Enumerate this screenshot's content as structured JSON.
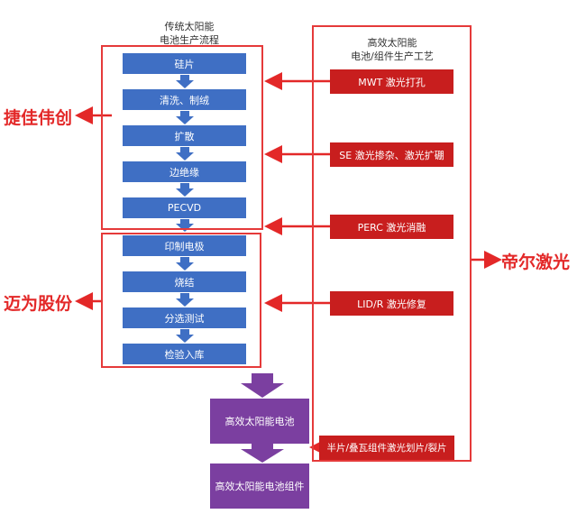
{
  "left_title": [
    "传统太阳能",
    "电池生产流程"
  ],
  "right_title": [
    "高效太阳能",
    "电池/组件生产工艺"
  ],
  "steps": [
    "硅片",
    "清洗、制绒",
    "扩散",
    "边绝缘",
    "PECVD",
    "印制电极",
    "烧结",
    "分选测试",
    "检验入库"
  ],
  "laser_steps": [
    "MWT 激光打孔",
    "SE 激光掺杂、激光扩硼",
    "PERC 激光消融",
    "LID/R 激光修复",
    "半片/叠瓦组件激光划片/裂片"
  ],
  "products": [
    "高效太阳能电池",
    "高效太阳能电池组件"
  ],
  "companies": {
    "top_left": "捷佳伟创",
    "bottom_left": "迈为股份",
    "right": "帝尔激光"
  },
  "colors": {
    "step_blue": "#3f6fc4",
    "laser_red": "#c81e1e",
    "product_purple": "#7b3fa0",
    "box_red": "#e53a3a"
  }
}
